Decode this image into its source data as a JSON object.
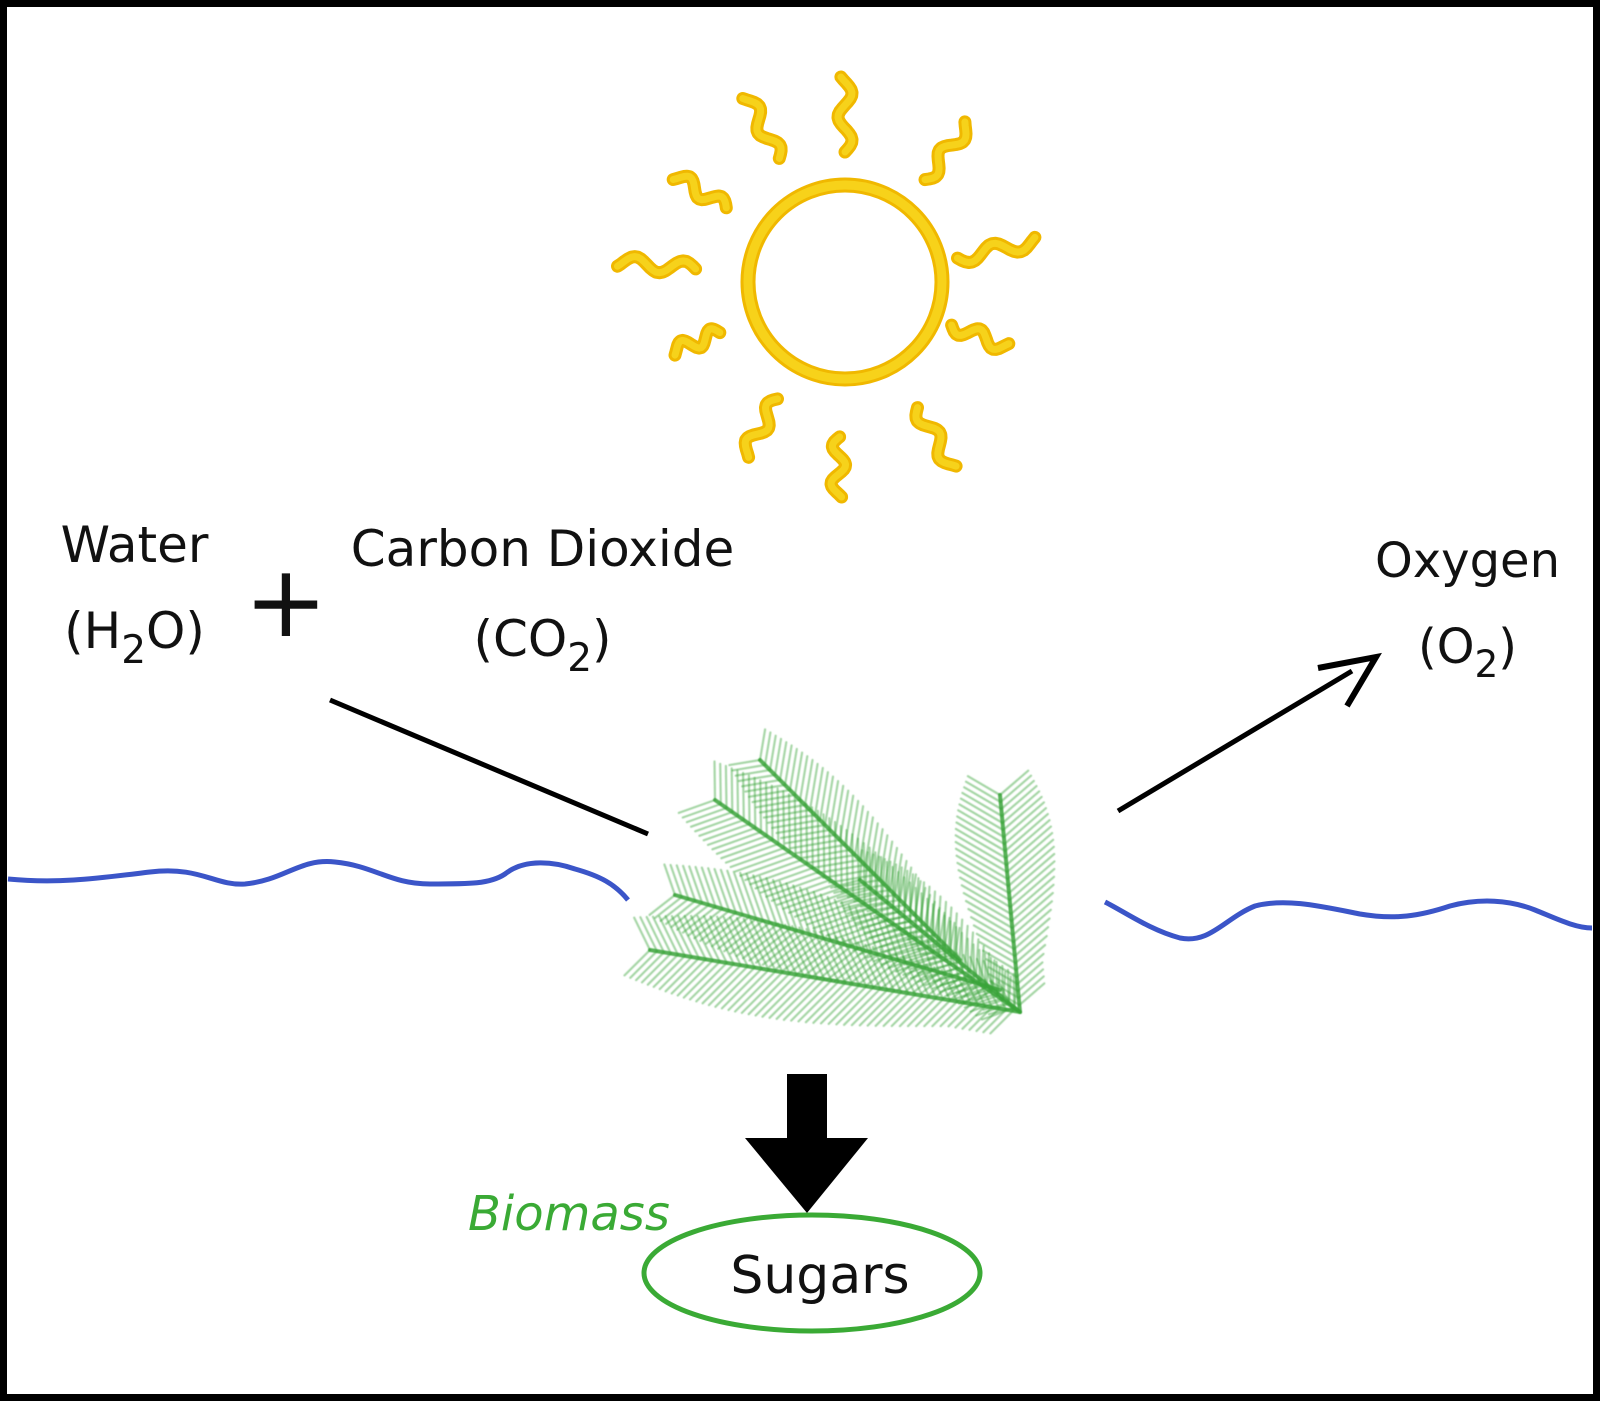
{
  "labels": {
    "water_name": "Water",
    "water_formula_pre": "(H",
    "water_formula_sub": "2",
    "water_formula_post": "O)",
    "plus": "+",
    "co2_name": "Carbon Dioxide",
    "co2_formula_pre": "(CO",
    "co2_formula_sub": "2",
    "co2_formula_post": ")",
    "oxygen_name": "Oxygen",
    "oxygen_formula_pre": "(O",
    "oxygen_formula_sub": "2",
    "oxygen_formula_post": ")",
    "biomass": "Biomass",
    "sugars": "Sugars"
  },
  "colors": {
    "sun": "#f6d21b",
    "sun_outline": "#f0b800",
    "water_line": "#3b55c8",
    "plant": "#3aa33a",
    "arrows": "#000000",
    "biomass": "#3aaa35",
    "sugars_ellipse": "#3aaa35"
  },
  "icons": {
    "sun": "sun-icon",
    "plant": "plant-icon"
  }
}
